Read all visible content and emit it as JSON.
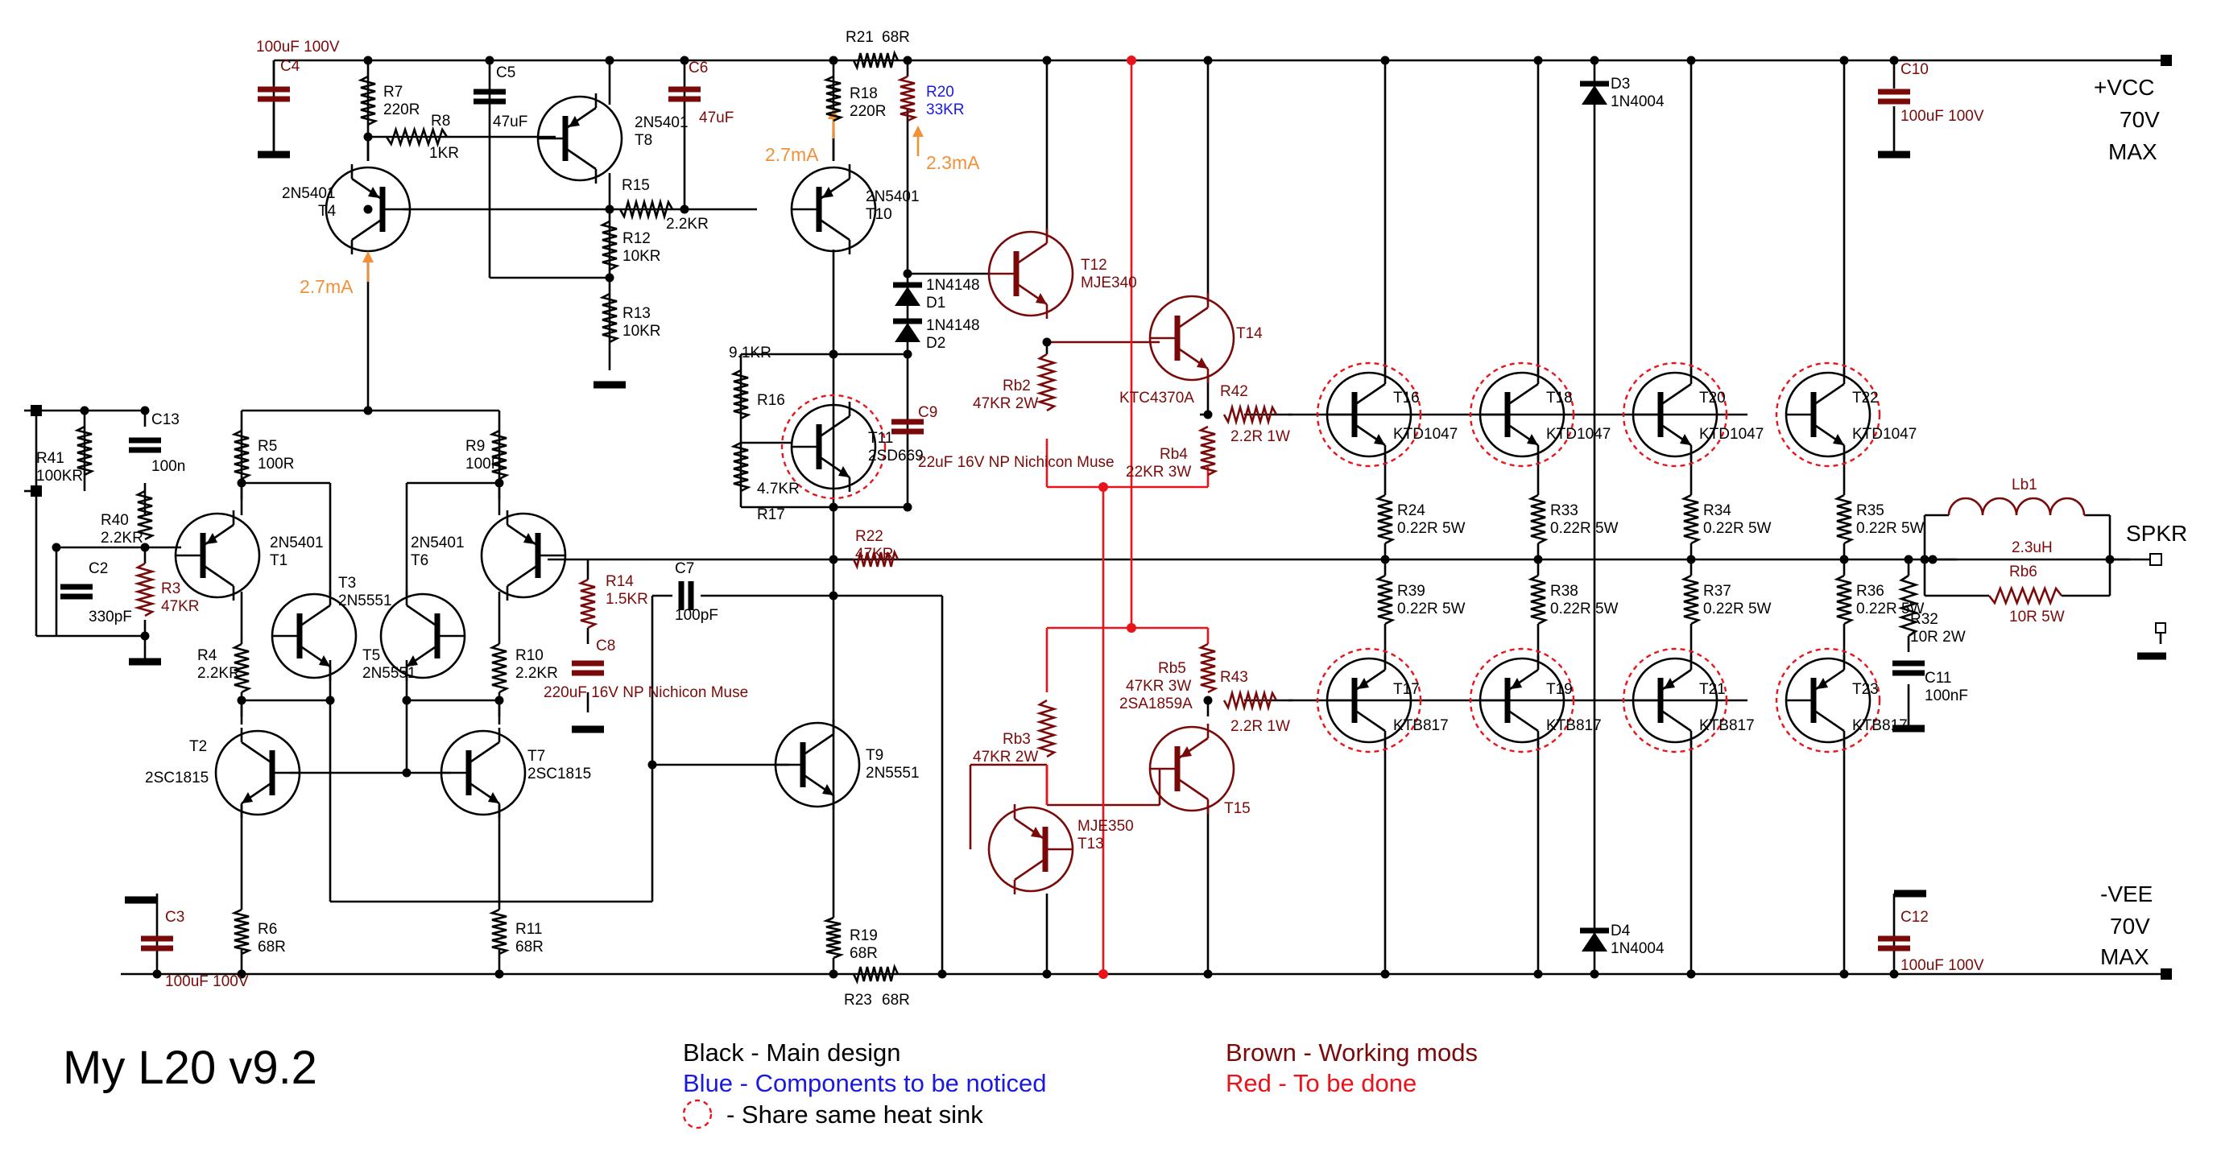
{
  "title": "My L20 v9.2",
  "supply": {
    "vcc": [
      "+VCC",
      "70V",
      "MAX"
    ],
    "vee": [
      "-VEE",
      "70V",
      "MAX"
    ],
    "output": "SPKR"
  },
  "legend": {
    "black": "Black - Main design",
    "blue": "Blue - Components to be noticed",
    "heatsink": "- Share same heat sink",
    "brown": "Brown - Working mods",
    "red": "Red - To be done"
  },
  "colors": {
    "main": "#000000",
    "notice": "#1a1adc",
    "working_mods": "#7a0a0a",
    "to_be_done": "#e8141c",
    "current_annotation": "#f0913a"
  },
  "currents": [
    "2.7mA",
    "2.7mA",
    "2.3mA"
  ],
  "components": {
    "C4": [
      "C4",
      "100uF 100V"
    ],
    "C5": [
      "C5",
      "47uF"
    ],
    "C6": [
      "C6",
      "47uF"
    ],
    "C9": [
      "C9",
      "22uF 16V NP Nichicon Muse"
    ],
    "C10": [
      "C10",
      "100uF 100V"
    ],
    "C13": [
      "C13",
      "100n"
    ],
    "C2": [
      "C2",
      "330pF"
    ],
    "C3": [
      "C3",
      "100uF 100V"
    ],
    "C7": [
      "C7",
      "100pF"
    ],
    "C8": [
      "C8",
      "220uF 16V NP Nichicon Muse"
    ],
    "C11": [
      "C11",
      "100nF"
    ],
    "C12": [
      "C12",
      "100uF 100V"
    ],
    "R7": [
      "R7",
      "220R"
    ],
    "R8": [
      "R8",
      "1KR"
    ],
    "R15": [
      "R15",
      "2.2KR"
    ],
    "R12": [
      "R12",
      "10KR"
    ],
    "R13": [
      "R13",
      "10KR"
    ],
    "R21": [
      "R21",
      "68R"
    ],
    "R18": [
      "R18",
      "220R"
    ],
    "R20": [
      "R20",
      "33KR"
    ],
    "R16": [
      "R16",
      "4.7KR"
    ],
    "R16_top": "9.1KR",
    "R17": "R17",
    "R41": [
      "R41",
      "100KR"
    ],
    "R40": [
      "R40",
      "2.2KR"
    ],
    "R3": [
      "R3",
      "47KR"
    ],
    "R5": [
      "R5",
      "100R"
    ],
    "R9": [
      "R9",
      "100R"
    ],
    "R4": [
      "R4",
      "2.2KR"
    ],
    "R10": [
      "R10",
      "2.2KR"
    ],
    "R6": [
      "R6",
      "68R"
    ],
    "R11": [
      "R11",
      "68R"
    ],
    "R14": [
      "R14",
      "1.5KR"
    ],
    "R22": [
      "R22",
      "47KR"
    ],
    "R19": [
      "R19",
      "68R"
    ],
    "R23": [
      "R23",
      "68R"
    ],
    "Rb2": [
      "Rb2",
      "47KR 2W"
    ],
    "Rb3": [
      "Rb3",
      "47KR 2W"
    ],
    "Rb4": [
      "Rb4",
      "22KR 3W"
    ],
    "Rb5": [
      "Rb5",
      "47KR 3W"
    ],
    "R42": [
      "R42",
      "2.2R 1W"
    ],
    "R43": [
      "R43",
      "2.2R 1W"
    ],
    "R24": [
      "R24",
      "0.22R 5W"
    ],
    "R33": [
      "R33",
      "0.22R 5W"
    ],
    "R34": [
      "R34",
      "0.22R 5W"
    ],
    "R35": [
      "R35",
      "0.22R 5W"
    ],
    "R39": [
      "R39",
      "0.22R 5W"
    ],
    "R38": [
      "R38",
      "0.22R 5W"
    ],
    "R37": [
      "R37",
      "0.22R 5W"
    ],
    "R36": [
      "R36",
      "0.22R 5W"
    ],
    "R32": [
      "R32",
      "10R 2W"
    ],
    "Rb6": [
      "Rb6",
      "10R 5W"
    ],
    "Lb1": [
      "Lb1",
      "2.3uH"
    ],
    "D1": [
      "1N4148",
      "D1"
    ],
    "D2": [
      "1N4148",
      "D2"
    ],
    "D3": [
      "D3",
      "1N4004"
    ],
    "D4": [
      "D4",
      "1N4004"
    ],
    "T1": [
      "2N5401",
      "T1"
    ],
    "T2": [
      "T2",
      "2SC1815"
    ],
    "T3": [
      "T3",
      "2N5551"
    ],
    "T4": [
      "2N5401",
      "T4"
    ],
    "T5": [
      "T5",
      "2N5551"
    ],
    "T6": [
      "2N5401",
      "T6"
    ],
    "T7": [
      "T7",
      "2SC1815"
    ],
    "T8": [
      "2N5401",
      "T8"
    ],
    "T9": [
      "T9",
      "2N5551"
    ],
    "T10": [
      "2N5401",
      "T10"
    ],
    "T11": [
      "T11",
      "2SD669"
    ],
    "T12": [
      "T12",
      "MJE340"
    ],
    "T13": [
      "MJE350",
      "T13"
    ],
    "T14": [
      "T14",
      "KTC4370A"
    ],
    "T15": [
      "2SA1859A",
      "T15"
    ],
    "T16": [
      "T16",
      "KTD1047"
    ],
    "T18": [
      "T18",
      "KTD1047"
    ],
    "T20": [
      "T20",
      "KTD1047"
    ],
    "T22": [
      "T22",
      "KTD1047"
    ],
    "T17": [
      "T17",
      "KTB817"
    ],
    "T19": [
      "T19",
      "KTB817"
    ],
    "T21": [
      "T21",
      "KTB817"
    ],
    "T23": [
      "T23",
      "KTB817"
    ]
  }
}
